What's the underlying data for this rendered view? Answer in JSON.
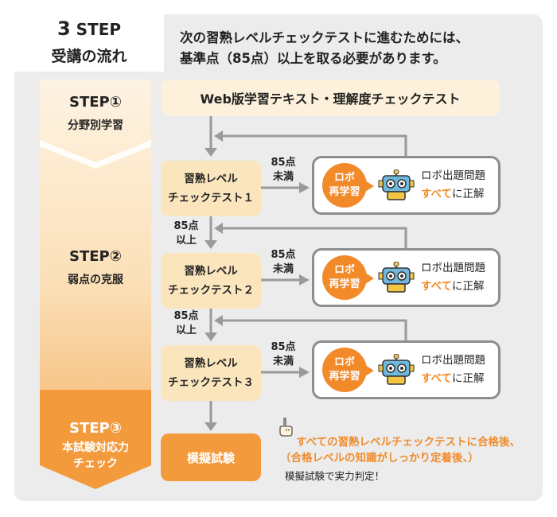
{
  "header": {
    "title_number": "3",
    "title_step": "STEP",
    "title_sub": "受講の流れ",
    "intro_line1": "次の習熟レベルチェックテストに進むためには、",
    "intro_line2": "基準点（85点）以上を取る必要があります。"
  },
  "steps": [
    {
      "name": "STEP①",
      "sub": "分野別学習"
    },
    {
      "name": "STEP②",
      "sub": "弱点の克服"
    },
    {
      "name": "STEP③",
      "sub_line1": "本試験対応力",
      "sub_line2": "チェック"
    }
  ],
  "flow": {
    "web_box": "Web版学習テキスト・理解度チェックテスト",
    "tests": [
      {
        "line1": "習熟レベル",
        "line2": "チェックテスト１"
      },
      {
        "line1": "習熟レベル",
        "line2": "チェックテスト２"
      },
      {
        "line1": "習熟レベル",
        "line2": "チェックテスト３"
      }
    ],
    "fail_label": {
      "line1": "85点",
      "line2": "未満"
    },
    "pass_label": {
      "line1": "85点",
      "line2": "以上"
    },
    "robo": {
      "circle_line1": "ロボ",
      "circle_line2": "再学習",
      "text_line1": "ロボ出題問題",
      "text_highlight": "すべて",
      "text_rest": "に正解"
    },
    "exam_box": "模擬試験"
  },
  "note": {
    "line1": "すべての習熟レベルチェックテストに合格後、",
    "line2": "（合格レベルの知識がしっかり定着後、）",
    "line3": "模擬試験で実力判定！"
  },
  "colors": {
    "panel": "#ececec",
    "orange": "#f28a2a",
    "light_orange": "#fbe5bd",
    "pale_orange": "#fdf1dc",
    "gray_line": "#8d8d8d"
  }
}
